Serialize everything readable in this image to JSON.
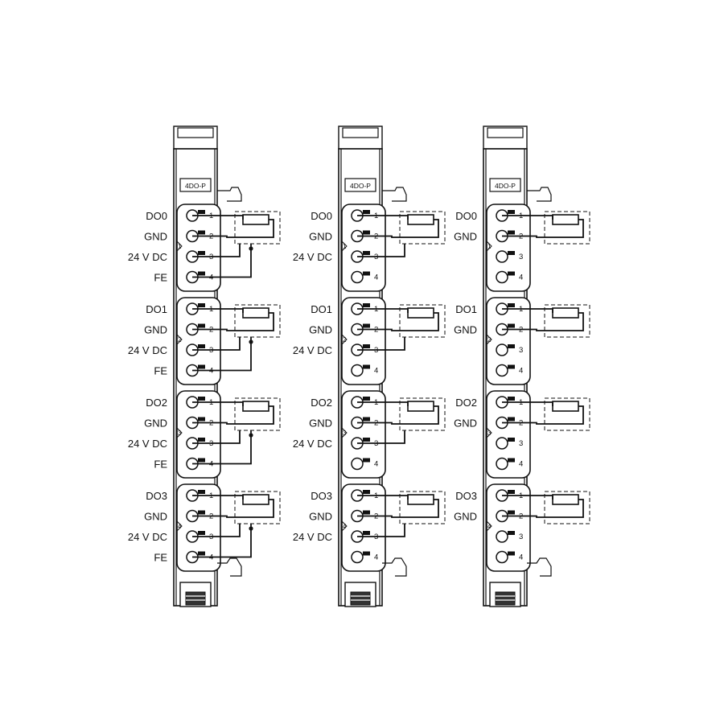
{
  "modules": [
    {
      "id": "module-1",
      "product_label": "4DO-P",
      "channels": [
        {
          "group": "1",
          "terminals": [
            {
              "label": "DO0",
              "pin": "1"
            },
            {
              "label": "GND",
              "pin": "2"
            },
            {
              "label": "24 V DC",
              "pin": "3"
            },
            {
              "label": "FE",
              "pin": "4"
            }
          ]
        },
        {
          "group": "2",
          "terminals": [
            {
              "label": "DO1",
              "pin": "1"
            },
            {
              "label": "GND",
              "pin": "2"
            },
            {
              "label": "24 V DC",
              "pin": "3"
            },
            {
              "label": "FE",
              "pin": "4"
            }
          ]
        },
        {
          "group": "3",
          "terminals": [
            {
              "label": "DO2",
              "pin": "1"
            },
            {
              "label": "GND",
              "pin": "2"
            },
            {
              "label": "24 V DC",
              "pin": "3"
            },
            {
              "label": "FE",
              "pin": "4"
            }
          ]
        },
        {
          "group": "4",
          "terminals": [
            {
              "label": "DO3",
              "pin": "1"
            },
            {
              "label": "GND",
              "pin": "2"
            },
            {
              "label": "24 V DC",
              "pin": "3"
            },
            {
              "label": "FE",
              "pin": "4"
            }
          ]
        }
      ]
    },
    {
      "id": "module-2",
      "product_label": "4DO-P",
      "channels": [
        {
          "group": "1",
          "terminals": [
            {
              "label": "DO0",
              "pin": "1"
            },
            {
              "label": "GND",
              "pin": "2"
            },
            {
              "label": "24 V DC",
              "pin": "3"
            },
            {
              "label": "",
              "pin": "4"
            }
          ]
        },
        {
          "group": "2",
          "terminals": [
            {
              "label": "DO1",
              "pin": "1"
            },
            {
              "label": "GND",
              "pin": "2"
            },
            {
              "label": "24 V DC",
              "pin": "3"
            },
            {
              "label": "",
              "pin": "4"
            }
          ]
        },
        {
          "group": "3",
          "terminals": [
            {
              "label": "DO2",
              "pin": "1"
            },
            {
              "label": "GND",
              "pin": "2"
            },
            {
              "label": "24 V DC",
              "pin": "3"
            },
            {
              "label": "",
              "pin": "4"
            }
          ]
        },
        {
          "group": "4",
          "terminals": [
            {
              "label": "DO3",
              "pin": "1"
            },
            {
              "label": "GND",
              "pin": "2"
            },
            {
              "label": "24 V DC",
              "pin": "3"
            },
            {
              "label": "",
              "pin": "4"
            }
          ]
        }
      ]
    },
    {
      "id": "module-3",
      "product_label": "4DO-P",
      "channels": [
        {
          "group": "1",
          "terminals": [
            {
              "label": "DO0",
              "pin": "1"
            },
            {
              "label": "GND",
              "pin": "2"
            },
            {
              "label": "",
              "pin": "3"
            },
            {
              "label": "",
              "pin": "4"
            }
          ]
        },
        {
          "group": "2",
          "terminals": [
            {
              "label": "DO1",
              "pin": "1"
            },
            {
              "label": "GND",
              "pin": "2"
            },
            {
              "label": "",
              "pin": "3"
            },
            {
              "label": "",
              "pin": "4"
            }
          ]
        },
        {
          "group": "3",
          "terminals": [
            {
              "label": "DO2",
              "pin": "1"
            },
            {
              "label": "GND",
              "pin": "2"
            },
            {
              "label": "",
              "pin": "3"
            },
            {
              "label": "",
              "pin": "4"
            }
          ]
        },
        {
          "group": "4",
          "terminals": [
            {
              "label": "DO3",
              "pin": "1"
            },
            {
              "label": "GND",
              "pin": "2"
            },
            {
              "label": "",
              "pin": "3"
            },
            {
              "label": "",
              "pin": "4"
            }
          ]
        }
      ]
    }
  ],
  "wiring": {
    "module-1": "3-wire",
    "module-2": "3-wire",
    "module-3": "2-wire"
  },
  "colors": {
    "stroke": "#111111",
    "housing_fill": "#ffffff"
  }
}
